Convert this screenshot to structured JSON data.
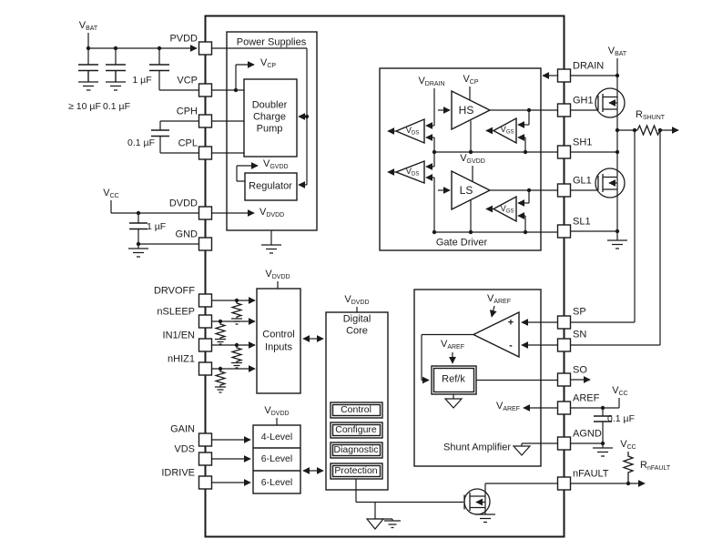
{
  "colors": {
    "line": "#1a1a1a",
    "background": "#ffffff"
  },
  "pins": {
    "left": [
      "PVDD",
      "VCP",
      "CPH",
      "CPL",
      "DVDD",
      "GND",
      "DRVOFF",
      "nSLEEP",
      "IN1/EN",
      "nHIZ1",
      "GAIN",
      "VDS",
      "IDRIVE"
    ],
    "right": [
      "DRAIN",
      "GH1",
      "SH1",
      "GL1",
      "SL1",
      "SP",
      "SN",
      "SO",
      "AREF",
      "AGND",
      "nFAULT"
    ]
  },
  "nets": {
    "vbat": {
      "main": "V",
      "sub": "BAT"
    },
    "vcc": {
      "main": "V",
      "sub": "CC"
    },
    "vcp": {
      "main": "V",
      "sub": "CP"
    },
    "vgvdd": {
      "main": "V",
      "sub": "GVDD"
    },
    "vdvdd": {
      "main": "V",
      "sub": "DVDD"
    },
    "vdrain": {
      "main": "V",
      "sub": "DRAIN"
    },
    "vds": {
      "main": "V",
      "sub": "DS"
    },
    "vgs": {
      "main": "V",
      "sub": "GS"
    },
    "varef": {
      "main": "V",
      "sub": "AREF"
    },
    "rshunt": {
      "main": "R",
      "sub": "SHUNT"
    },
    "rnfault": {
      "main": "R",
      "sub": "nFAULT"
    }
  },
  "components": {
    "cap_10uf": "≥ 10 µF",
    "cap_0_1uf": "0.1 µF",
    "cap_1uf": "1 µF"
  },
  "blocks": {
    "power_supplies": "Power Supplies",
    "charge_pump": [
      "Doubler",
      "Charge",
      "Pump"
    ],
    "regulator": "Regulator",
    "gate_driver": "Gate Driver",
    "hs": "HS",
    "ls": "LS",
    "control_inputs": [
      "Control",
      "Inputs"
    ],
    "digital_core": [
      "Digital",
      "Core"
    ],
    "core_functions": [
      "Control",
      "Configure",
      "Diagnostic",
      "Protection"
    ],
    "levels": [
      "4-Level",
      "6-Level",
      "6-Level"
    ],
    "shunt_amplifier": "Shunt Amplifier",
    "refk": "Ref/k"
  },
  "amp": {
    "plus": "+",
    "minus": "-"
  }
}
